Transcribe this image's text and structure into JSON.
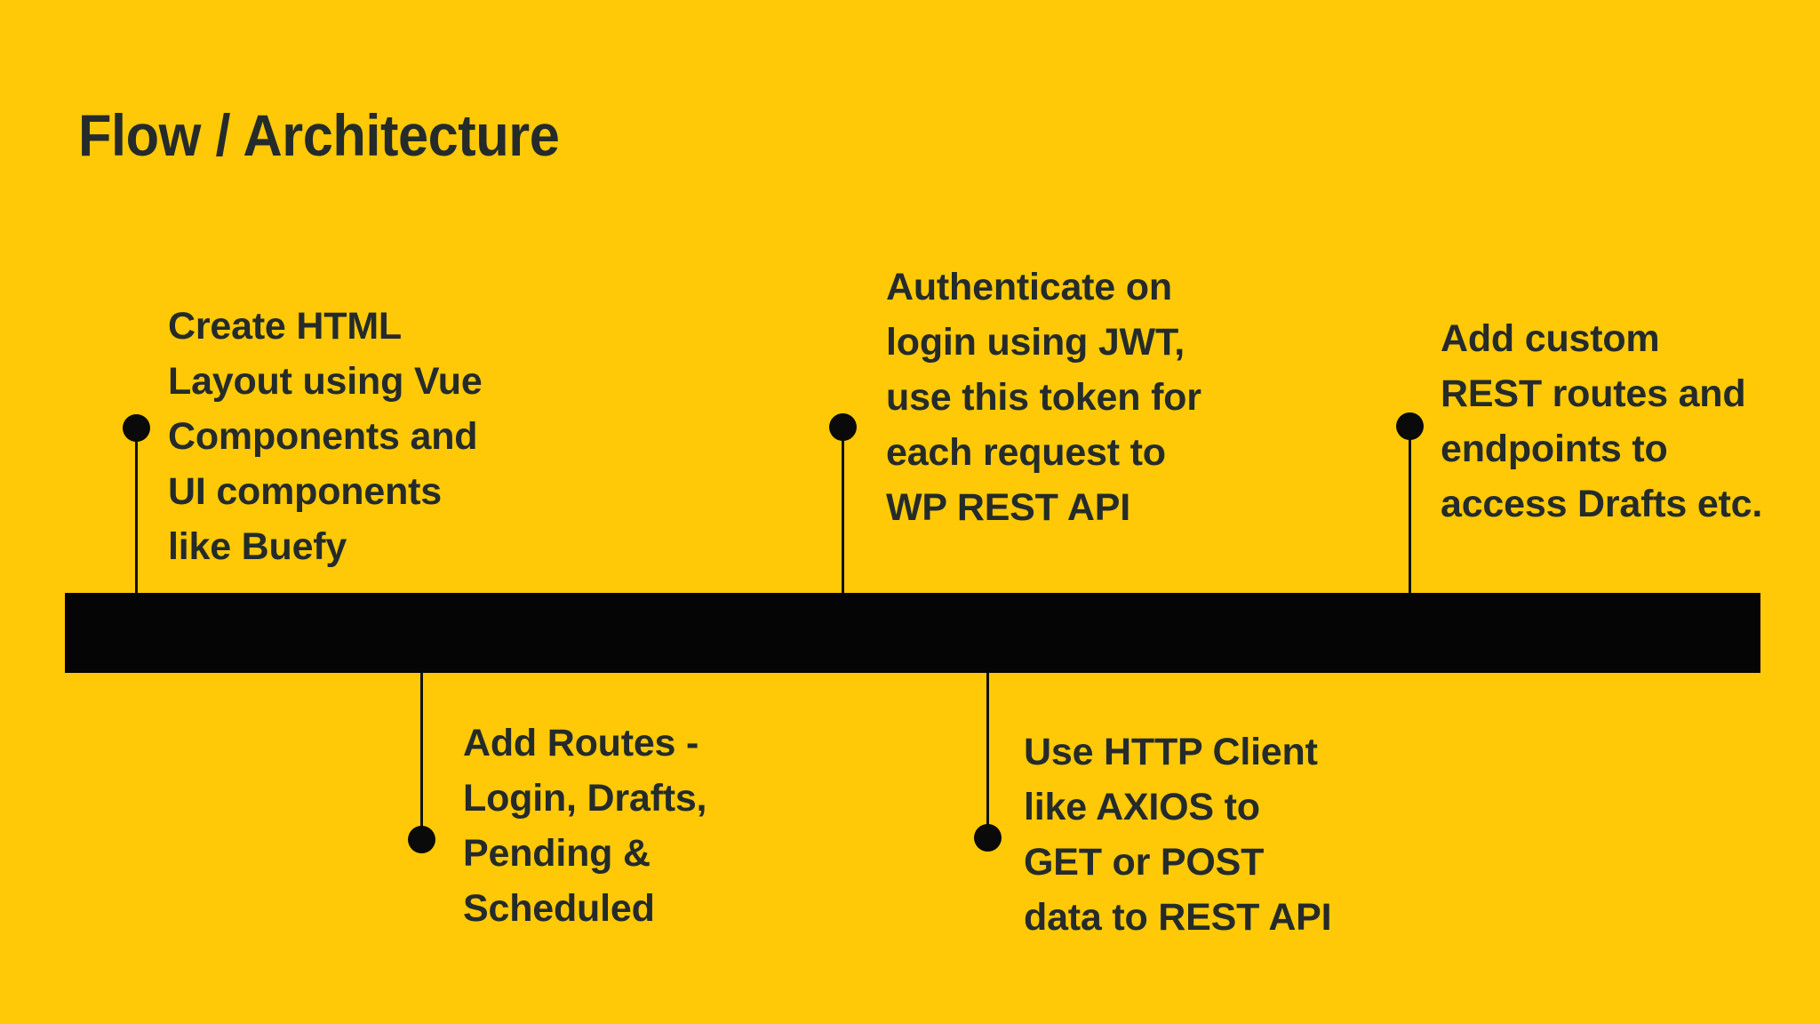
{
  "slide": {
    "title": "Flow / Architecture",
    "background_color": "#FFC907",
    "text_color": "#242B2A",
    "bar_color": "#050505"
  },
  "timeline": {
    "bar_label": "",
    "steps": [
      {
        "id": "step-1",
        "text": "Create HTML\nLayout using Vue\nComponents and\nUI components\nlike Buefy",
        "position": "above"
      },
      {
        "id": "step-2",
        "text": "Add Routes -\nLogin, Drafts,\nPending &\nScheduled",
        "position": "below"
      },
      {
        "id": "step-3",
        "text": "Authenticate on\nlogin using JWT,\nuse this token for\neach request to\nWP REST API",
        "position": "above"
      },
      {
        "id": "step-4",
        "text": "Use HTTP Client\nlike AXIOS to\nGET or POST\ndata to REST API",
        "position": "below"
      },
      {
        "id": "step-5",
        "text": "Add custom\nREST routes and\nendpoints to\naccess Drafts etc.",
        "position": "above"
      }
    ]
  }
}
